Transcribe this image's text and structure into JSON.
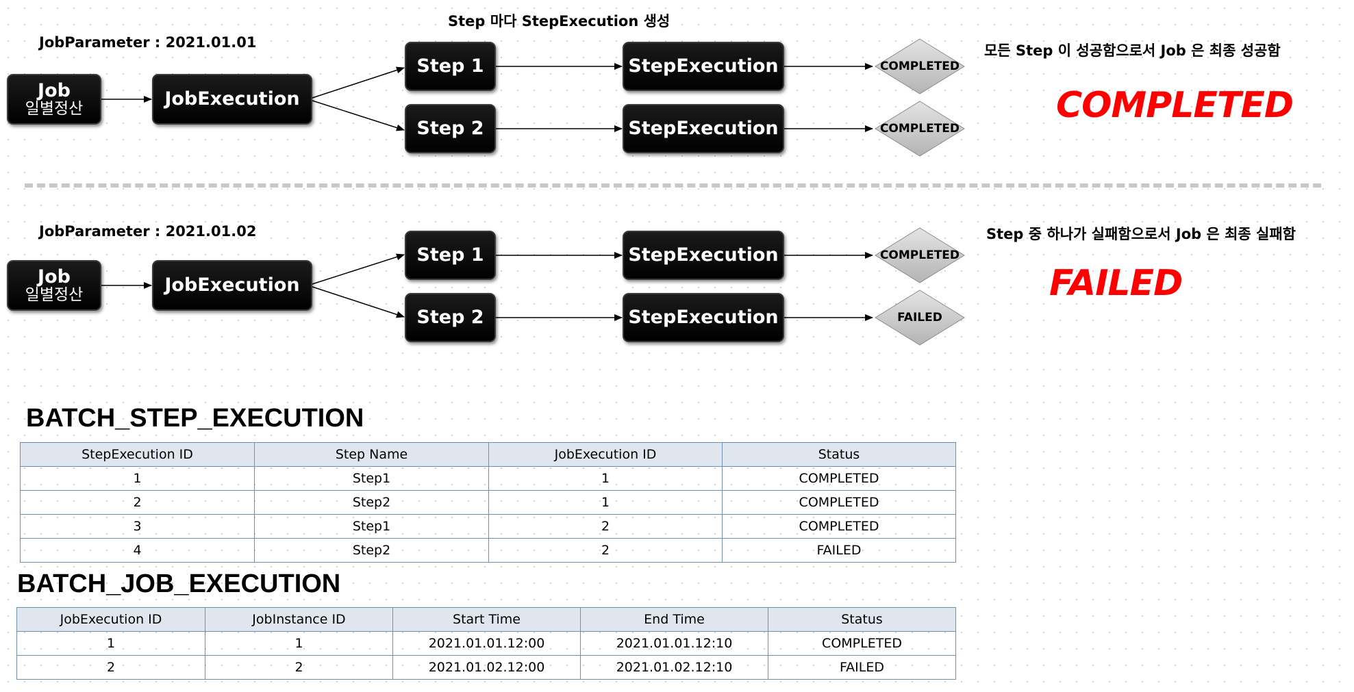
{
  "diagram_top": {
    "header": "Step 마다 StepExecution 생성",
    "param": "JobParameter : 2021.01.01",
    "job_title": "Job",
    "job_sub": "일별정산",
    "job_execution": "JobExecution",
    "step1": "Step 1",
    "step2": "Step 2",
    "step_execution": "StepExecution",
    "status1": "COMPLETED",
    "status2": "COMPLETED",
    "note": "모든 Step 이 성공함으로서 Job 은 최종 성공함",
    "final_status": "COMPLETED"
  },
  "diagram_bottom": {
    "param": "JobParameter : 2021.01.02",
    "job_title": "Job",
    "job_sub": "일별정산",
    "job_execution": "JobExecution",
    "step1": "Step 1",
    "step2": "Step 2",
    "step_execution": "StepExecution",
    "status1": "COMPLETED",
    "status2": "FAILED",
    "note": "Step 중 하나가 실패함으로서 Job 은 최종 실패함",
    "final_status": "FAILED"
  },
  "step_table": {
    "title": "BATCH_STEP_EXECUTION",
    "headers": [
      "StepExecution ID",
      "Step Name",
      "JobExecution ID",
      "Status"
    ],
    "rows": [
      [
        "1",
        "Step1",
        "1",
        "COMPLETED"
      ],
      [
        "2",
        "Step2",
        "1",
        "COMPLETED"
      ],
      [
        "3",
        "Step1",
        "2",
        "COMPLETED"
      ],
      [
        "4",
        "Step2",
        "2",
        "FAILED"
      ]
    ]
  },
  "job_table": {
    "title": "BATCH_JOB_EXECUTION",
    "headers": [
      "JobExecution ID",
      "JobInstance ID",
      "Start Time",
      "End Time",
      "Status"
    ],
    "rows": [
      [
        "1",
        "1",
        "2021.01.01.12:00",
        "2021.01.01.12:10",
        "COMPLETED"
      ],
      [
        "2",
        "2",
        "2021.01.02.12:00",
        "2021.01.02.12:10",
        "FAILED"
      ]
    ]
  },
  "colors": {
    "final_status": "#ff0000",
    "diamond_fill": "#c0c0c0",
    "table_header_bg": "#dfe6ee",
    "table_border": "#6a8fb5"
  }
}
